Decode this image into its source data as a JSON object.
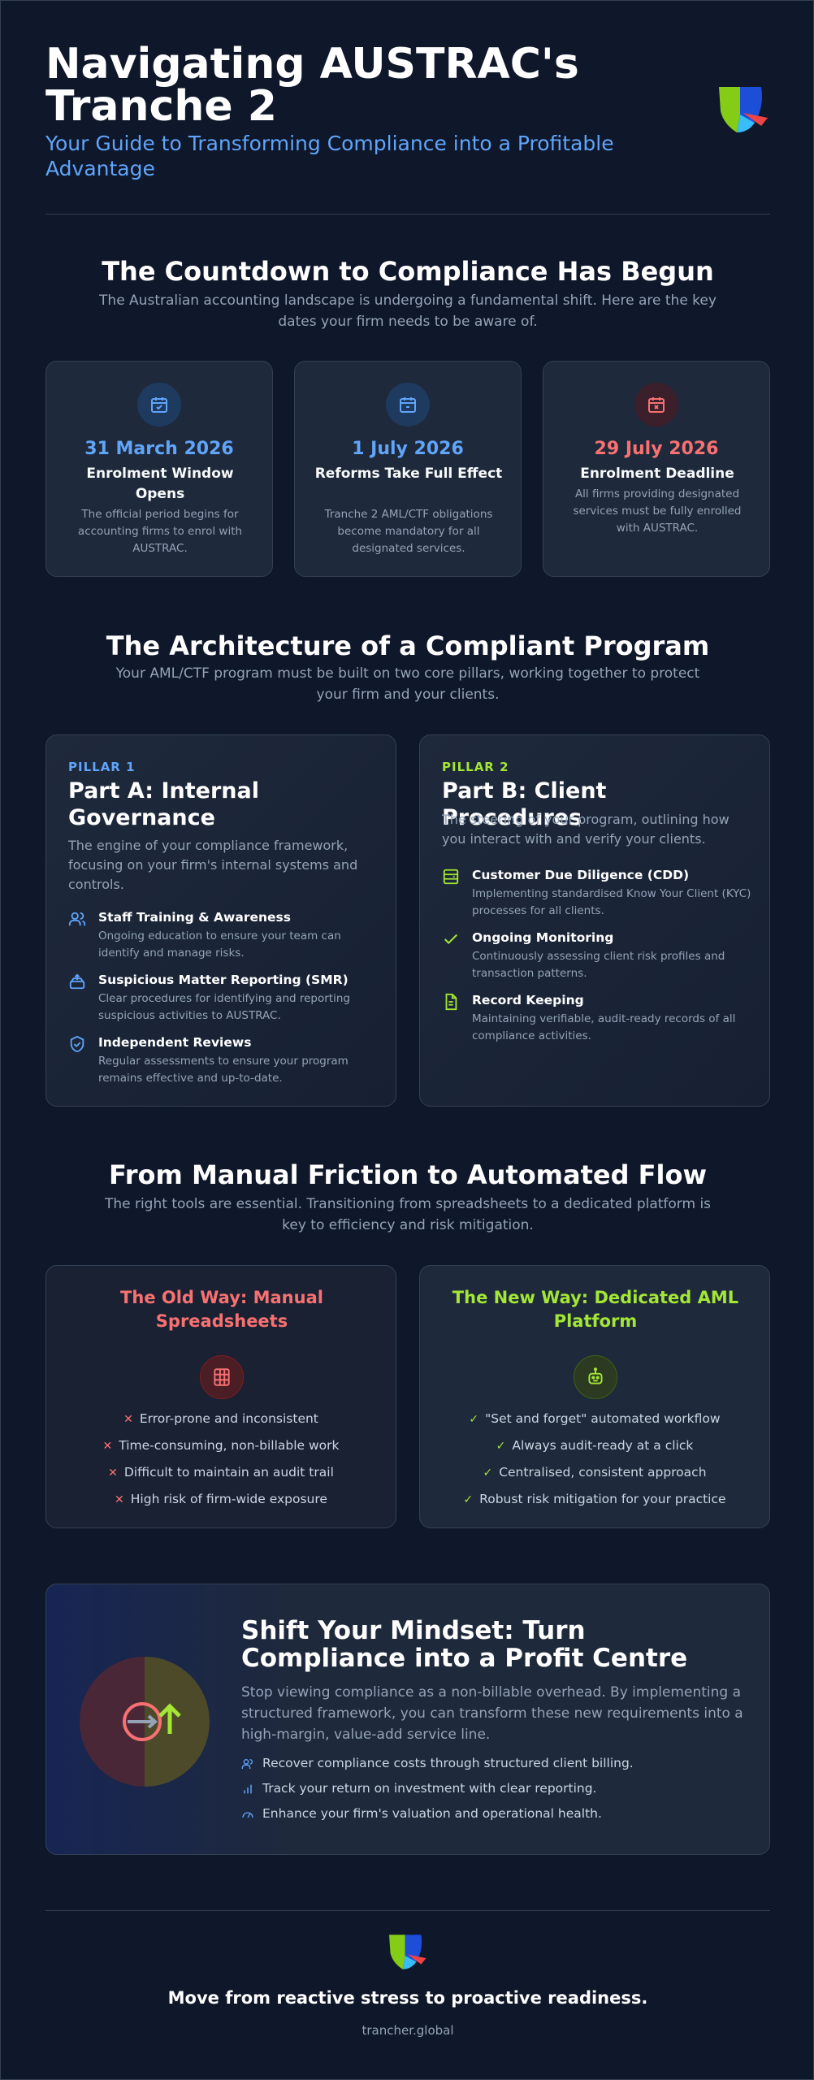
{
  "header": {
    "title": "Navigating AUSTRAC's Tranche 2",
    "subtitle": "Your Guide to Transforming Compliance into a Profitable Advantage",
    "logo_icon": "shield-logo-icon"
  },
  "countdown": {
    "title": "The Countdown to Compliance Has Begun",
    "subtitle": "The Australian accounting landscape is undergoing a fundamental shift. Here are the key dates your firm needs to be aware of.",
    "cards": [
      {
        "date": "31 March 2026",
        "label": "Enrolment Window Opens",
        "desc": "The official period begins for accounting firms to enrol with AUSTRAC.",
        "icon": "calendar-check-icon",
        "color": "#60a5fa"
      },
      {
        "date": "1 July 2026",
        "label": "Reforms Take Full Effect",
        "desc": "Tranche 2 AML/CTF obligations become mandatory for all designated services.",
        "icon": "calendar-icon",
        "color": "#60a5fa"
      },
      {
        "date": "29 July 2026",
        "label": "Enrolment Deadline",
        "desc": "All firms providing designated services must be fully enrolled with AUSTRAC.",
        "icon": "calendar-x-icon",
        "color": "#f87171"
      }
    ]
  },
  "architecture": {
    "title": "The Architecture of a Compliant Program",
    "subtitle": "Your AML/CTF program must be built on two core pillars, working together to protect your firm and your clients.",
    "pillars": [
      {
        "kicker": "PILLAR 1",
        "title": "Part A: Internal Governance",
        "desc": "The engine of your compliance framework, focusing on your firm's internal systems and controls.",
        "color": "#60a5fa",
        "items": [
          {
            "title": "Staff Training & Awareness",
            "desc": "Ongoing education to ensure your team can identify and manage risks.",
            "icon": "users-icon"
          },
          {
            "title": "Suspicious Matter Reporting (SMR)",
            "desc": "Clear procedures for identifying and reporting suspicious activities to AUSTRAC.",
            "icon": "report-tray-icon"
          },
          {
            "title": "Independent Reviews",
            "desc": "Regular assessments to ensure your program remains effective and up-to-date.",
            "icon": "shield-check-icon"
          }
        ]
      },
      {
        "kicker": "PILLAR 2",
        "title": "Part B: Client Procedures",
        "desc": "The steering of your program, outlining how you interact with and verify your clients.",
        "color": "#a3e635",
        "items": [
          {
            "title": "Customer Due Diligence (CDD)",
            "desc": "Implementing standardised Know Your Client (KYC) processes for all clients.",
            "icon": "id-card-icon"
          },
          {
            "title": "Ongoing Monitoring",
            "desc": "Continuously assessing client risk profiles and transaction patterns.",
            "icon": "check-icon"
          },
          {
            "title": "Record Keeping",
            "desc": "Maintaining verifiable, audit-ready records of all compliance activities.",
            "icon": "document-icon"
          }
        ]
      }
    ]
  },
  "flow": {
    "title": "From Manual Friction to Automated Flow",
    "subtitle": "The right tools are essential. Transitioning from spreadsheets to a dedicated platform is key to efficiency and risk mitigation.",
    "old": {
      "title": "The Old Way: Manual Spreadsheets",
      "icon": "spreadsheet-icon",
      "color": "#f87171",
      "items": [
        "Error-prone and inconsistent",
        "Time-consuming, non-billable work",
        "Difficult to maintain an audit trail",
        "High risk of firm-wide exposure"
      ]
    },
    "new": {
      "title": "The New Way: Dedicated AML Platform",
      "icon": "robot-icon",
      "color": "#a3e635",
      "items": [
        "\"Set and forget\" automated workflow",
        "Always audit-ready at a click",
        "Centralised, consistent approach",
        "Robust risk mitigation for your practice"
      ]
    }
  },
  "mindset": {
    "title": "Shift Your Mindset: Turn Compliance into a Profit Centre",
    "desc": "Stop viewing compliance as a non-billable overhead. By implementing a structured framework, you can transform these new requirements into a high-margin, value-add service line.",
    "illustration_icon": "arrows-transform-icon",
    "items": [
      {
        "text": "Recover compliance costs through structured client billing.",
        "icon": "users-icon"
      },
      {
        "text": "Track your return on investment with clear reporting.",
        "icon": "bar-chart-icon"
      },
      {
        "text": "Enhance your firm's valuation and operational health.",
        "icon": "gauge-icon"
      }
    ]
  },
  "footer": {
    "tagline": "Move from reactive stress to proactive readiness.",
    "url": "trancher.global",
    "logo_icon": "shield-logo-icon"
  }
}
